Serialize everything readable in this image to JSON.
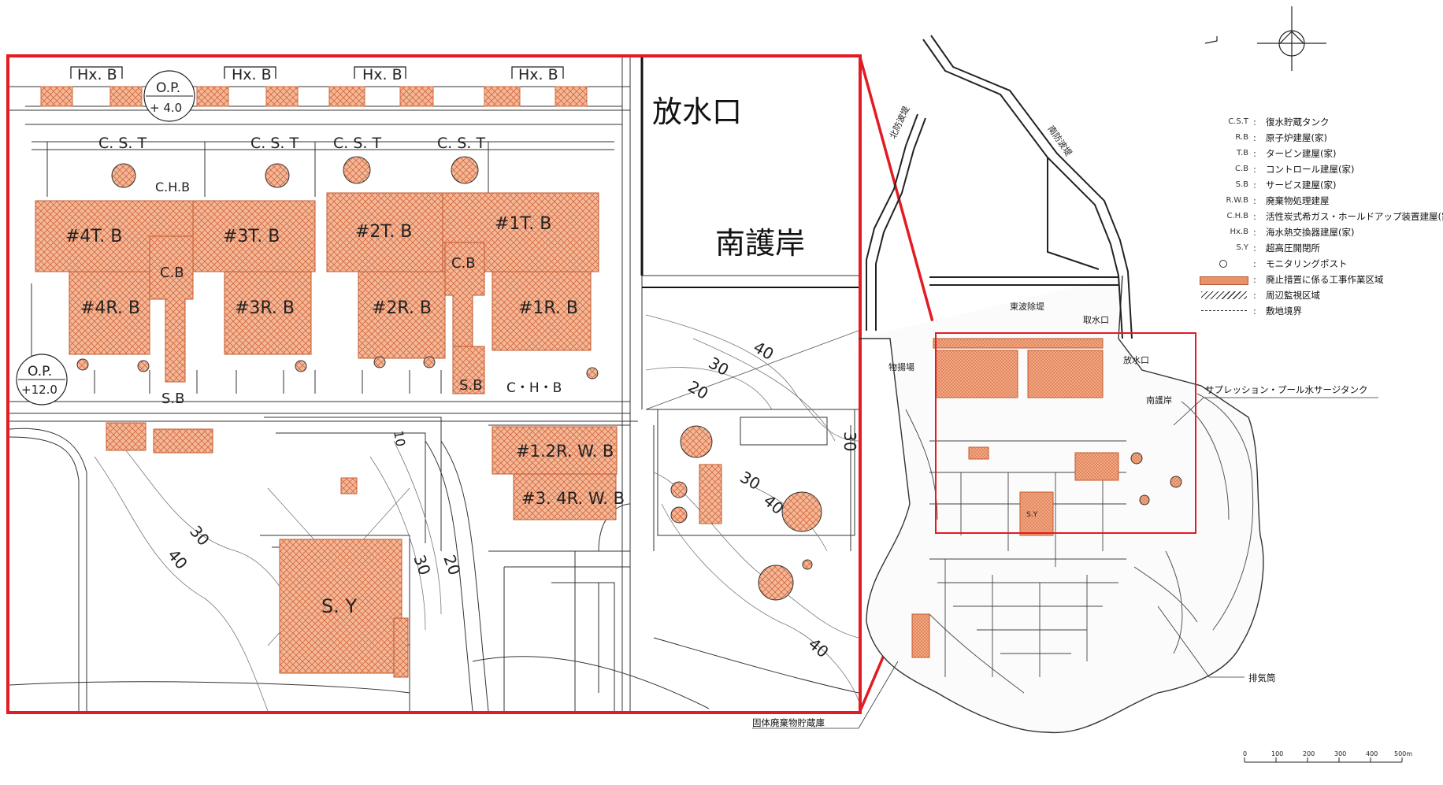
{
  "colors": {
    "work_area_fill": "#f4b898",
    "work_area_stroke": "#d2683e",
    "inset_frame": "#e31b23",
    "line_work": "#222222"
  },
  "map_labels": {
    "outfall": "放水口",
    "south_seawall": "南護岸",
    "hxb_1": "Hx. B",
    "hxb_2": "Hx. B",
    "hxb_3": "Hx. B",
    "hxb_4": "Hx. B",
    "op_top_1": "O.P.",
    "op_top_2": "+ 4.0",
    "op_mid_1": "O.P.",
    "op_mid_2": "+12.0",
    "cst_1": "C. S. T",
    "cst_2": "C. S. T",
    "cst_3": "C. S. T",
    "cst_4": "C. S. T",
    "chb_top": "C.H.B",
    "tb4": "#4T. B",
    "tb3": "#3T. B",
    "tb2": "#2T. B",
    "tb1": "#1T. B",
    "cb_left": "C.B",
    "cb_right": "C.B",
    "rb4": "#4R. B",
    "rb3": "#3R. B",
    "rb2": "#2R. B",
    "rb1": "#1R. B",
    "sb_left": "S.B",
    "sb_right": "S.B",
    "chb_bottom": "C・H・B",
    "rwb12": "#1.2R. W. B",
    "rwb34": "#3. 4R. W. B",
    "sy": "S. Y",
    "contour_30_a": "30",
    "contour_40_a": "40",
    "contour_20_a": "20",
    "contour_30_b": "30",
    "contour_40_b": "40",
    "contour_30_c": "30",
    "contour_20_c": "20",
    "contour_40_c": "40",
    "contour_30_d": "30",
    "contour_30_e": "30",
    "contour_40_d": "40",
    "contour_10": "10"
  },
  "overview_labels": {
    "south_breakwater": "南防波堤",
    "north_breakwater": "北防波堤",
    "east_breakwater": "東波除堤",
    "intake": "取水口",
    "outfall": "放水口",
    "unloading": "物揚場",
    "south_seawall": "南護岸",
    "sy_small": "S.Y"
  },
  "callouts": {
    "suppression_pool": "サプレッション・プール水サージタンク",
    "stack": "排気筒",
    "solid_waste": "固体廃棄物貯蔵庫"
  },
  "legend": [
    {
      "abbr": "C.S.T",
      "desc": "復水貯蔵タンク"
    },
    {
      "abbr": "R.B",
      "desc": "原子炉建屋(家)"
    },
    {
      "abbr": "T.B",
      "desc": "タービン建屋(家)"
    },
    {
      "abbr": "C.B",
      "desc": "コントロール建屋(家)"
    },
    {
      "abbr": "S.B",
      "desc": "サービス建屋(家)"
    },
    {
      "abbr": "R.W.B",
      "desc": "廃棄物処理建屋"
    },
    {
      "abbr": "C.H.B",
      "desc": "活性炭式希ガス・ホールドアップ装置建屋(家)"
    },
    {
      "abbr": "Hx.B",
      "desc": "海水熱交換器建屋(家)"
    },
    {
      "abbr": "S.Y",
      "desc": "超高圧開閉所"
    },
    {
      "abbr": "",
      "symbol": "circle",
      "desc": "モニタリングポスト"
    },
    {
      "abbr": "",
      "symbol": "work-area",
      "desc": "廃止措置に係る工事作業区域"
    },
    {
      "abbr": "",
      "symbol": "hatch",
      "desc": "周辺監視区域"
    },
    {
      "abbr": "",
      "symbol": "dashed",
      "desc": "敷地境界"
    }
  ],
  "scale_bar": {
    "ticks": [
      "0",
      "100",
      "200",
      "300",
      "400",
      "500m"
    ]
  }
}
